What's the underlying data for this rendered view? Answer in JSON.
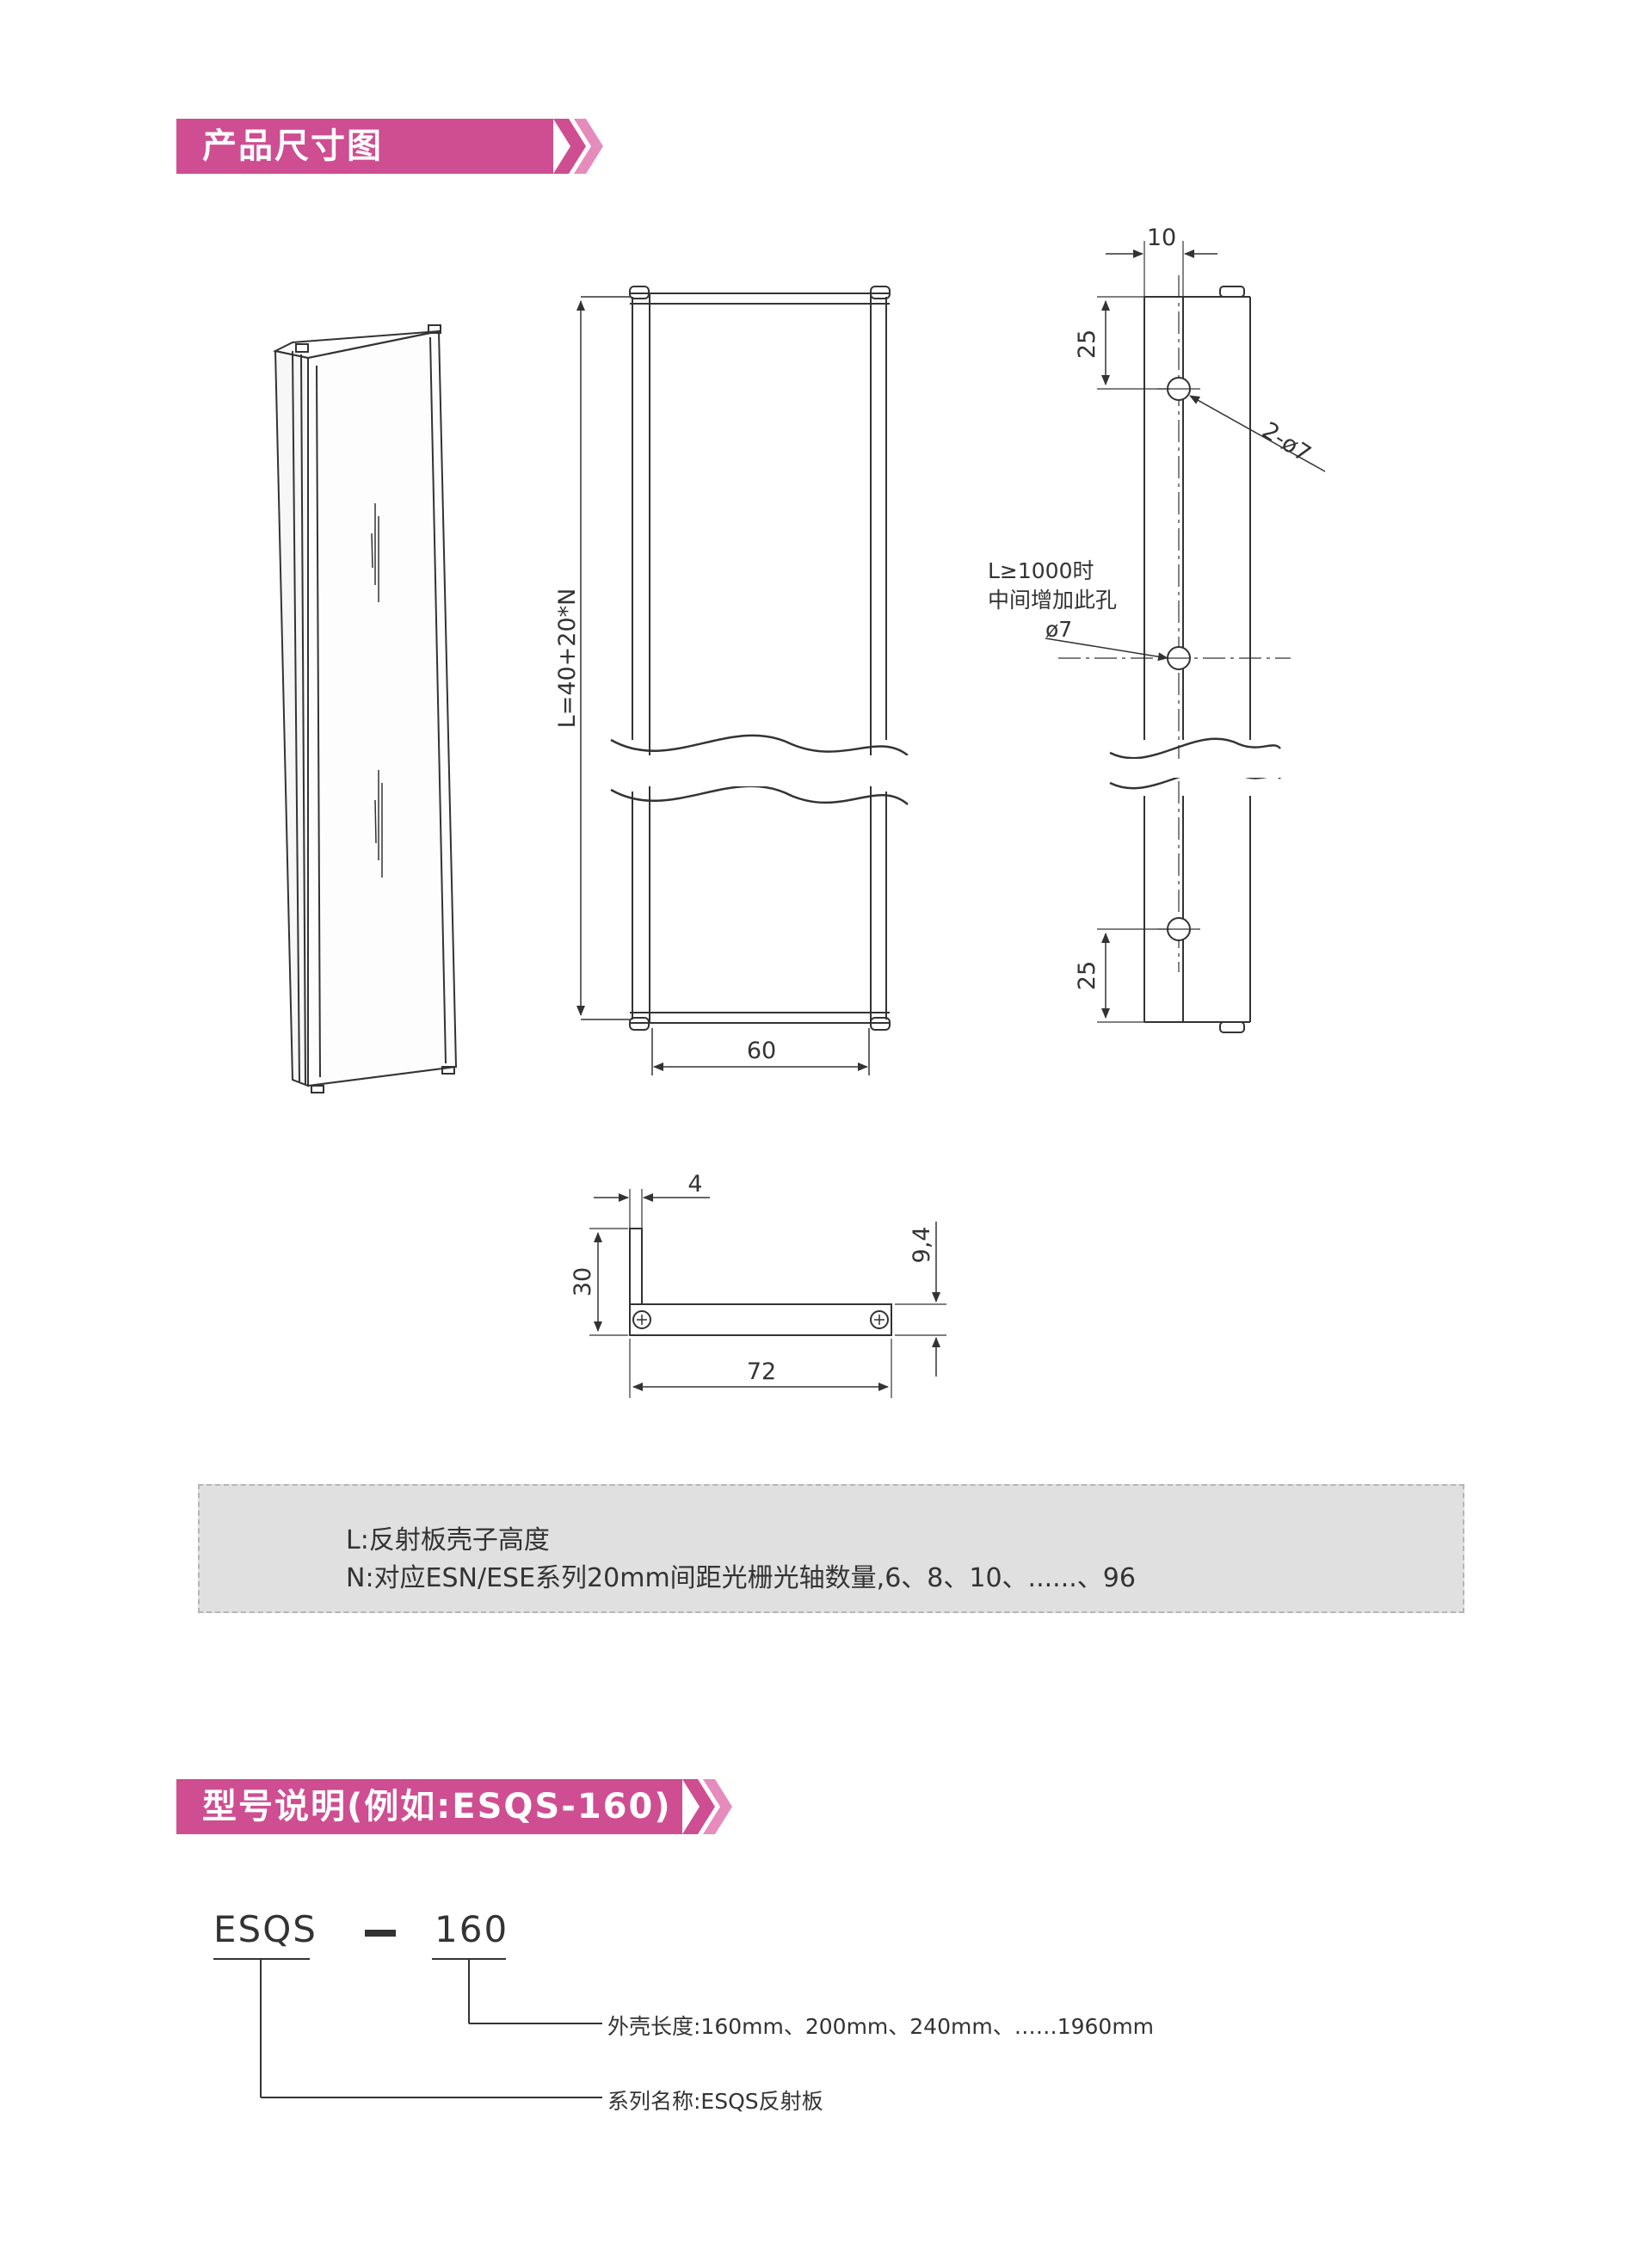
{
  "sections": {
    "dimensions_title": "产品尺寸图",
    "model_title": "型号说明(例如:ESQS-160)"
  },
  "front_view": {
    "height_label": "L=40+20*N",
    "width_label": "60"
  },
  "side_view": {
    "top_width_label": "10",
    "top_offset_label": "25",
    "bottom_offset_label": "25",
    "holes_label": "2-ø7",
    "middle_hole_note_1": "L≥1000时",
    "middle_hole_note_2": "中间增加此孔",
    "middle_hole_note_3": "ø7"
  },
  "bracket_view": {
    "thickness_label": "4",
    "height_label": "30",
    "offset_label": "9,4",
    "length_label": "72"
  },
  "notes": {
    "l_definition": "L:反射板壳子高度",
    "n_definition": "N:对应ESN/ESE系列20mm间距光栅光轴数量,6、8、10、......、96"
  },
  "model": {
    "series_code": "ESQS",
    "length_code": "160",
    "length_desc": "外壳长度:160mm、200mm、240mm、……1960mm",
    "series_desc": "系列名称:ESQS反射板"
  },
  "colors": {
    "header_bg": "#cf4d91",
    "note_bg": "#e0e0e0",
    "line": "#333333"
  }
}
